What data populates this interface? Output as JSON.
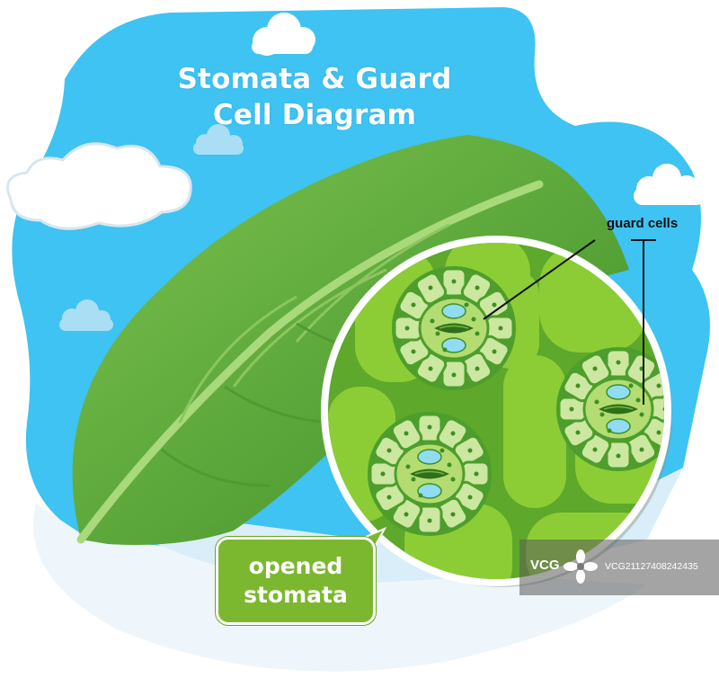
{
  "title": {
    "line1": "Stomata & Guard",
    "line2": "Cell Diagram"
  },
  "labels": {
    "guard_cells": "guard cells",
    "callout_line1": "opened",
    "callout_line2": "stomata"
  },
  "watermark": {
    "logo": "VCG",
    "id": "VCG21127408242435"
  },
  "colors": {
    "sky": "#3ec3f2",
    "leaf": "#5fae38",
    "cell_tissue": "#8ccd35",
    "guard_cell": "#b3dc72",
    "callout": "#7cb82f"
  }
}
